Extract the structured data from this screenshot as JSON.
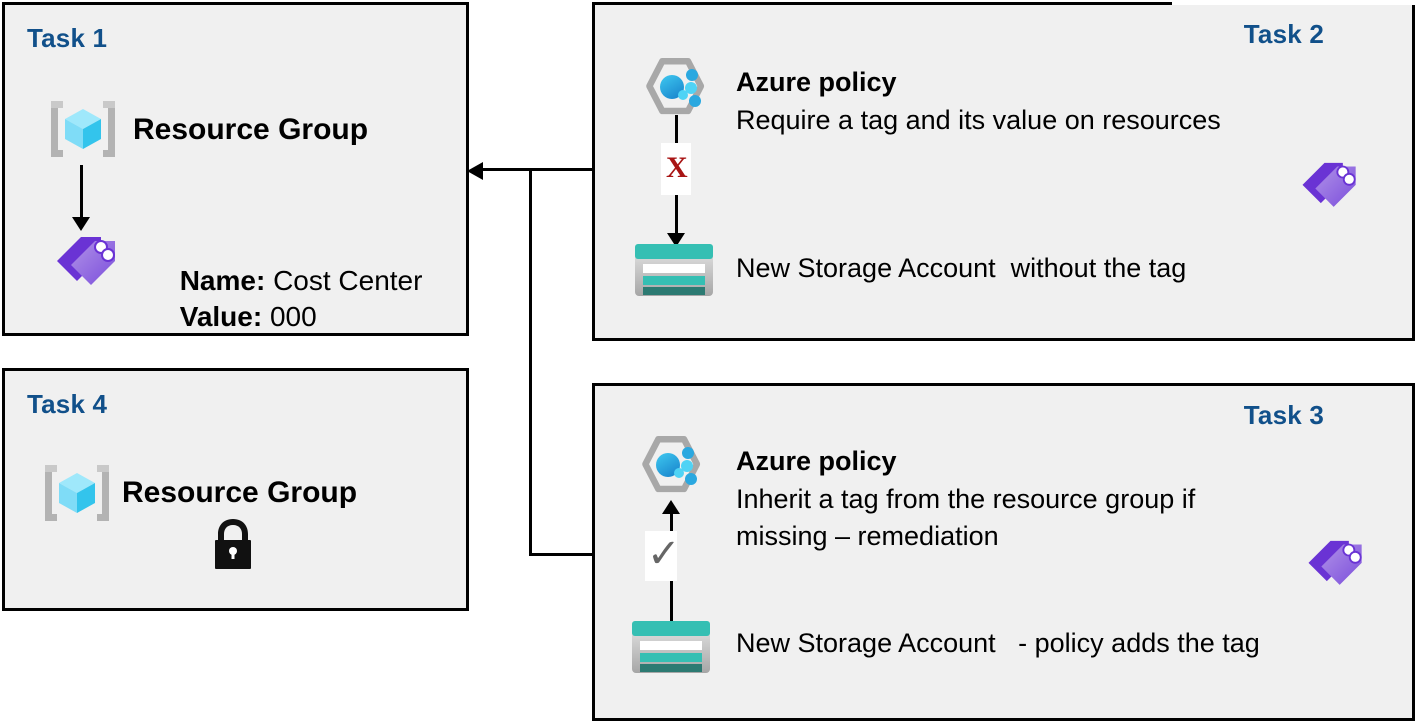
{
  "diagram": {
    "background": "#ffffff",
    "panel_fill": "#f0f0f0",
    "panel_border": "#000000",
    "label_color": "#11508a",
    "accent_purple": "#7a4ddb",
    "accent_teal": "#35bfb3",
    "accent_blue": "#32b4e8",
    "error_red": "#a81414",
    "check_gray": "#666666"
  },
  "task1": {
    "label": "Task 1",
    "resource_group": {
      "icon": "resource-group-icon",
      "title": "Resource Group"
    },
    "tag": {
      "icon": "tag-icon",
      "name_key": "Name:",
      "name_value": "Cost Center",
      "value_key": "Value:",
      "value_value": "000"
    }
  },
  "task2": {
    "label": "Task 2",
    "policy": {
      "icon": "azure-policy-icon",
      "title": "Azure policy",
      "description": "Require a tag and its value on resources"
    },
    "flow_marker": "X",
    "storage": {
      "icon": "storage-account-icon",
      "text": "New Storage Account  without the tag"
    },
    "tag_icon": "tag-icon"
  },
  "task3": {
    "label": "Task 3",
    "policy": {
      "icon": "azure-policy-icon",
      "title": "Azure policy",
      "description_line1": "Inherit a tag from the resource group if",
      "description_line2": "missing – remediation"
    },
    "flow_marker": "✓",
    "storage": {
      "icon": "storage-account-icon",
      "text": "New Storage Account   - policy adds the tag"
    },
    "tag_icon": "tag-icon"
  },
  "task4": {
    "label": "Task 4",
    "resource_group": {
      "icon": "resource-group-icon",
      "title": "Resource Group"
    },
    "lock": {
      "icon": "lock-icon"
    }
  },
  "connectors": [
    {
      "name": "task2-to-task1-arrow",
      "direction": "left"
    },
    {
      "name": "task3-to-task1-branch",
      "direction": "left"
    }
  ]
}
